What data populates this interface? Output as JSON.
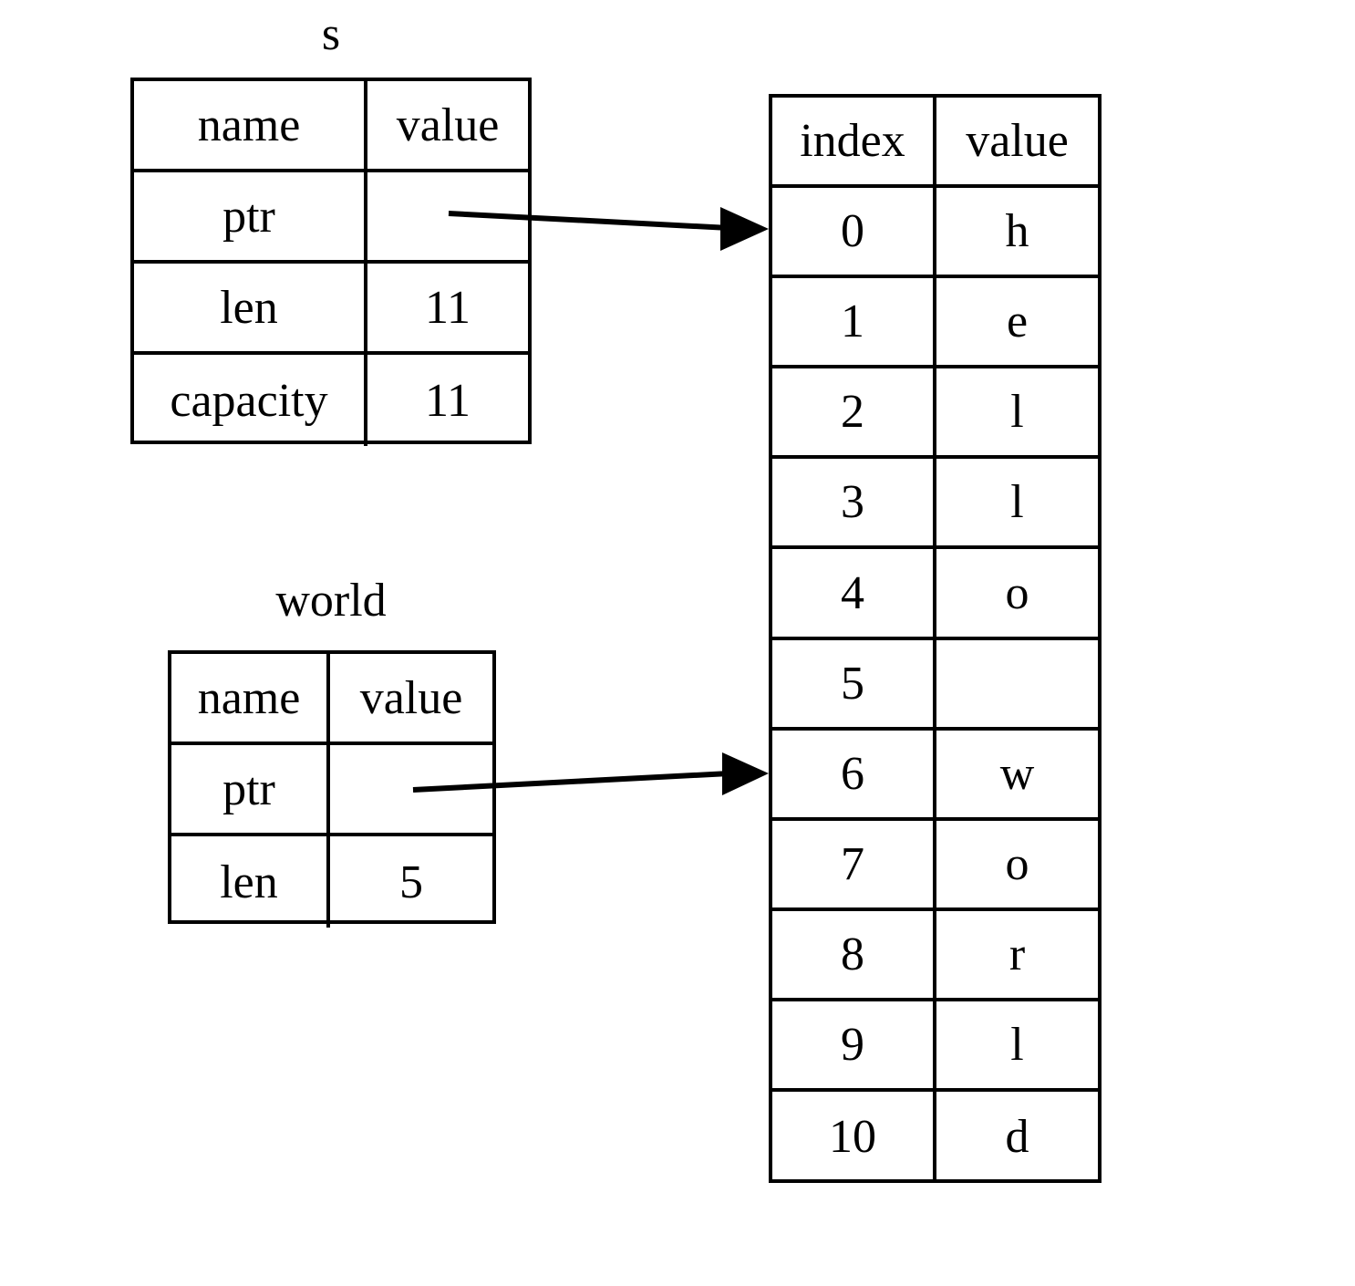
{
  "diagram": {
    "title_s": "s",
    "title_world": "world",
    "s_table": {
      "headers": [
        "name",
        "value"
      ],
      "rows": [
        {
          "name": "ptr",
          "value": ""
        },
        {
          "name": "len",
          "value": "11"
        },
        {
          "name": "capacity",
          "value": "11"
        }
      ]
    },
    "world_table": {
      "headers": [
        "name",
        "value"
      ],
      "rows": [
        {
          "name": "ptr",
          "value": ""
        },
        {
          "name": "len",
          "value": "5"
        }
      ]
    },
    "buffer_table": {
      "headers": [
        "index",
        "value"
      ],
      "rows": [
        {
          "index": "0",
          "value": "h"
        },
        {
          "index": "1",
          "value": "e"
        },
        {
          "index": "2",
          "value": "l"
        },
        {
          "index": "3",
          "value": "l"
        },
        {
          "index": "4",
          "value": "o"
        },
        {
          "index": "5",
          "value": ""
        },
        {
          "index": "6",
          "value": "w"
        },
        {
          "index": "7",
          "value": "o"
        },
        {
          "index": "8",
          "value": "r"
        },
        {
          "index": "9",
          "value": "l"
        },
        {
          "index": "10",
          "value": "d"
        }
      ]
    },
    "arrows": [
      {
        "name": "s-ptr-arrow",
        "from": "s.ptr",
        "to": "buffer.index.0"
      },
      {
        "name": "world-ptr-arrow",
        "from": "world.ptr",
        "to": "buffer.index.6"
      }
    ],
    "colors": {
      "stroke": "#000000",
      "background": "#ffffff"
    }
  }
}
